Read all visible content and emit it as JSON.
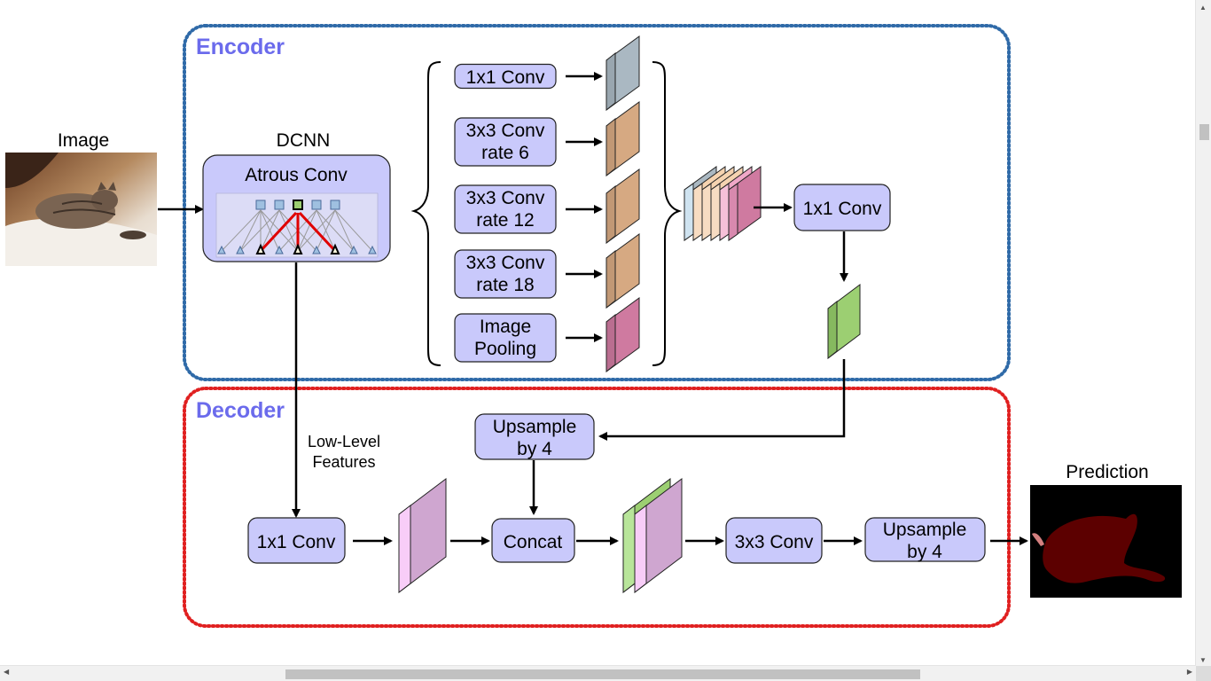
{
  "encoder": {
    "title": "Encoder",
    "border_color": "#2f6aa8"
  },
  "decoder": {
    "title": "Decoder",
    "border_color": "#e02020"
  },
  "input": {
    "label": "Image"
  },
  "dcnn": {
    "label": "DCNN",
    "block_label": "Atrous Conv"
  },
  "aspp": [
    {
      "lines": [
        "1x1 Conv"
      ],
      "color": "#aab8c2"
    },
    {
      "lines": [
        "3x3 Conv",
        "rate 6"
      ],
      "color": "#d6a982"
    },
    {
      "lines": [
        "3x3 Conv",
        "rate 12"
      ],
      "color": "#d6a982"
    },
    {
      "lines": [
        "3x3 Conv",
        "rate 18"
      ],
      "color": "#d6a982"
    },
    {
      "lines": [
        "Image",
        "Pooling"
      ],
      "color": "#cf7aa0"
    }
  ],
  "encoder_conv": {
    "label": "1x1 Conv",
    "output_color": "#9ccf72"
  },
  "low_level": {
    "lines": [
      "Low-Level",
      "Features"
    ]
  },
  "decoder_blocks": {
    "upsample1": [
      "Upsample",
      "by 4"
    ],
    "conv1x1": "1x1 Conv",
    "concat": "Concat",
    "conv3x3": "3x3 Conv",
    "upsample2": [
      "Upsample",
      "by 4"
    ]
  },
  "prediction": {
    "label": "Prediction"
  },
  "colors": {
    "block_fill": "#c9c9fb",
    "title_color": "#6b6bec",
    "feature_pink": "#cfa6d0",
    "feature_light_pink": "#f8cdf8"
  }
}
